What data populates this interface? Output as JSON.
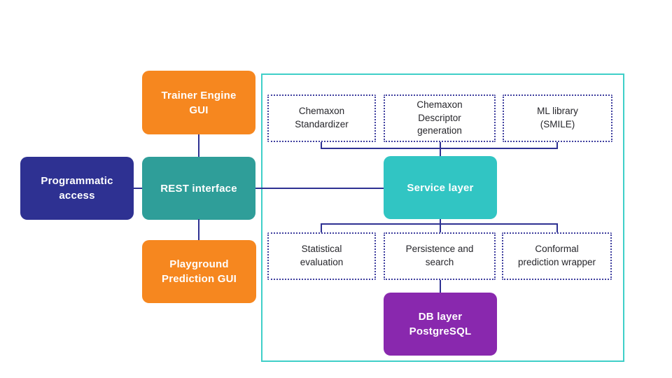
{
  "boxes": {
    "trainer": {
      "label": "Trainer Engine\nGUI"
    },
    "programmatic": {
      "label": "Programmatic\naccess"
    },
    "rest": {
      "label": "REST interface"
    },
    "playground": {
      "label": "Playground\nPrediction GUI"
    },
    "chemaxon_standardizer": {
      "label": "Chemaxon\nStandardizer"
    },
    "chemaxon_descriptor": {
      "label": "Chemaxon\nDescriptor\ngeneration"
    },
    "ml_library": {
      "label": "ML library\n(SMILE)"
    },
    "service": {
      "label": "Service layer"
    },
    "statistical_evaluation": {
      "label": "Statistical\nevaluation"
    },
    "persistence_search": {
      "label": "Persistence and\nsearch"
    },
    "conformal_wrapper": {
      "label": "Conformal\nprediction wrapper"
    },
    "db": {
      "label": "DB layer\nPostgreSQL"
    }
  },
  "colors": {
    "orange": "#F6871F",
    "indigo": "#2E3192",
    "teal": "#2F9E99",
    "cyan": "#31C5C3",
    "purple": "#8928AE",
    "container_border": "#3FCFC8",
    "dotted_border": "#3E3E9E",
    "connector": "#2E3192",
    "text_dark": "#26262B"
  }
}
